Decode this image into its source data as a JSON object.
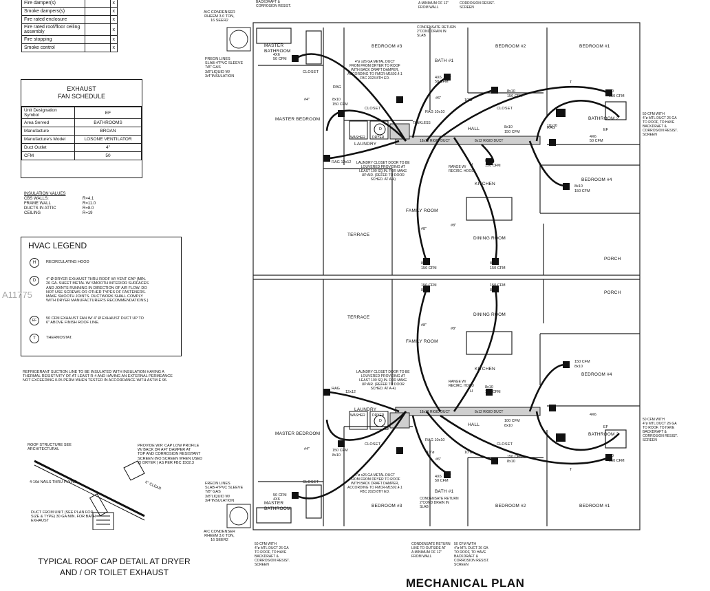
{
  "watermark": "A11775",
  "damper_checklist": {
    "rows": [
      {
        "label": "Fire damper(s)",
        "mark": "x"
      },
      {
        "label": "Smoke dampers(s)",
        "mark": "x"
      },
      {
        "label": "Fire rated enclosure",
        "mark": "x"
      },
      {
        "label": "Fire rated roof/floor ceiling assembly",
        "mark": "x"
      },
      {
        "label": "Fire stopping",
        "mark": "x"
      },
      {
        "label": "Smoke control",
        "mark": "x"
      }
    ]
  },
  "exhaust_schedule": {
    "title_line1": "EXHAUST",
    "title_line2": "FAN SCHEDULE",
    "rows": [
      {
        "label": "Unit Designation Symbol",
        "value": "EF"
      },
      {
        "label": "Area Served",
        "value": "BATHROOMS"
      },
      {
        "label": "Manufacture",
        "value": "BROAN"
      },
      {
        "label": "Manufacture's Model",
        "value": "LOSONE VENTILATOR"
      },
      {
        "label": "Duct Outlet",
        "value": "4\""
      },
      {
        "label": "CFM",
        "value": "50"
      }
    ]
  },
  "insulation": {
    "title": "INSULATION VALUES",
    "rows": [
      {
        "label": "CBS WALLS:",
        "value": "R=4.1"
      },
      {
        "label": "FRAME WALL",
        "value": "R=11.0"
      },
      {
        "label": "DUCTS IN ATTIC",
        "value": "R=8.0"
      },
      {
        "label": "CEILING",
        "value": "R=19"
      }
    ]
  },
  "hvac_legend": {
    "title": "HVAC LEGEND",
    "items": [
      {
        "symbol": "H",
        "text": "RECIRCULATING HOOD"
      },
      {
        "symbol": "D",
        "text": "4\" Ø DRYER EXHAUST THRU ROOF W/ VENT CAP (MIN.\n26 GA. SHEET METAL W/ SMOOTH INTERIOR SURFACES\nAND JOINTS RUNNING IN DIRECTION OF AIR FLOW. DO\nNOT USE SCREWS OR OTHER TYPES OF FASTENERS.\nMAKE SMOOTH JOINTS. DUCTWORK SHALL COMPLY\nWITH DRYER MANUFACTURER'S RECOMMENDATIONS.)"
      },
      {
        "symbol": "EF",
        "text": "50 CFM EXHAUST FAN W/ 4\" Ø EXHAUST DUCT UP TO\n6\" ABOVE FINISH ROOF LINE."
      },
      {
        "symbol": "T",
        "text": "THERMOSTAT."
      }
    ]
  },
  "refrigerant_note": "REFRIGERANT SUCTION LINE TO BE INSULATED WITH INSULATION HAVING A\nTHERMAL RESISTIVITY OF AT LEAST R-4 AND HAVING AN EXTERNAL PERMEANCE\nNOT EXCEEDING 0.05 PERM WHEN TESTED IN ACCORDANCE WITH ASTM E 96.",
  "roof_detail": {
    "label_structure": "ROOF STRUCTURE SEE\nARCHITECTURAL",
    "label_provide": "PROVIDE W/P. CAP LOW PROFILE\nW/ BACK DR AFT DAMPER AT\nTOP AND CORROSION RESISTANT\nSCREEN (NO SCREEN WHEN USED\n@ DRYER ) AS PER FBC 1502.3",
    "label_nails": "4-16d NAILS THRU PLYWD",
    "label_clear": "6\" CLEAR",
    "label_duct": "DUCT FROM UNIT (SEE PLAN FOR\nSIZE & TYPE) 30 GA MIN. FOR BATH\nEXHAUST",
    "caption_line1": "TYPICAL ROOF CAP DETAIL AT DRYER",
    "caption_line2": "AND / OR TOILET EXHAUST"
  },
  "plan": {
    "title": "MECHANICAL PLAN",
    "rooms": {
      "master_bathroom": "MASTER\nBATHROOM",
      "master_bedroom": "MASTER BEDROOM",
      "bedroom3": "BEDROOM #3",
      "bedroom2": "BEDROOM #2",
      "bedroom1": "BEDROOM #1",
      "bedroom4": "BEDROOM #4",
      "bath1": "BATH #1",
      "bathroom2": "BATHROOM 2",
      "hall": "HALL",
      "kitchen": "KITCHEN",
      "laundry": "LAUNDRY",
      "closet": "CLOSET",
      "family_room": "FAMILY ROOM",
      "dining_room": "DINING ROOM",
      "terrace": "TERRACE",
      "porch": "PORCH"
    },
    "notes": {
      "ac_condenser": "A/C CONDENSER\nRHEEM 3.0 TON,\n16 SEER2",
      "freon": "FREON LINES\nSLAB-4\"PVC SLEEVE\n7/8\" GAS\n3/8\"LIQUID W/\n3/4\"INSULATION",
      "metal_duct": "4\"ø x26 GA METAL DUCT\nFROM FROM DRYER TO ROOF\nWITH BACK DRAFT DAMPER,\nACCORDING TO FMCR-M1502.4.1\nFBC 2023 8TH ED.",
      "condensate": "CONDENSATE RETURN\n2\"COND DRAIN IN\nSLAB",
      "condensate_bottom": "CONDENSATE RETURN\nLINE TO OUTSIDE AT\nA MINIMUM OF 12\"\nFROM WALL",
      "laundry_door": "LAUNDRY CLOSET DOOR TO BE\nLOUVERED PROVIDING AT\nLEAST 100 SQ.IN. FOR MAKE\nUP AIR. (REFER TO DOOR\nSCHED. AT A-4)",
      "bath_exhaust": "50 CFM WITH\n4\"ø MTL DUCT 26 GA\nTO ROOF, TO HAVE\nBACKDRAFT &\nCORROSION RESIST.\nSCREEN",
      "range": "RANGE W/\nRECIRC. HOOD",
      "top_corrosion": "BACKDRAFT &\nCORROSION RESIST.",
      "top_min": "A MINIMUM OF 12\"\nFROM WALL",
      "top_corr2": "CORROSION RESIST.\nSCREEN",
      "tankless": "TANKLESS",
      "washer": "WASHER",
      "dryer": "DRYER",
      "duct_1812": "18x12 RIGID DUCT",
      "duct_812": "8x12 RIGID DUCT",
      "rag": "RAG",
      "rag_1212": "12x12",
      "rag_1010": "RAG 10x10",
      "rag_1210": "RAG 12x12",
      "cfm150": "150 CFM",
      "cfm100": "100 CFM",
      "cfm50": "50 CFM",
      "g810": "8x10",
      "g1010": "10x10",
      "g46": "4X6",
      "d6": "#6\"",
      "d8": "#8\"",
      "d4": "#4\"",
      "d10": "10\"ø",
      "ef": "EF",
      "h": "H",
      "t": "T",
      "d": "D"
    }
  }
}
